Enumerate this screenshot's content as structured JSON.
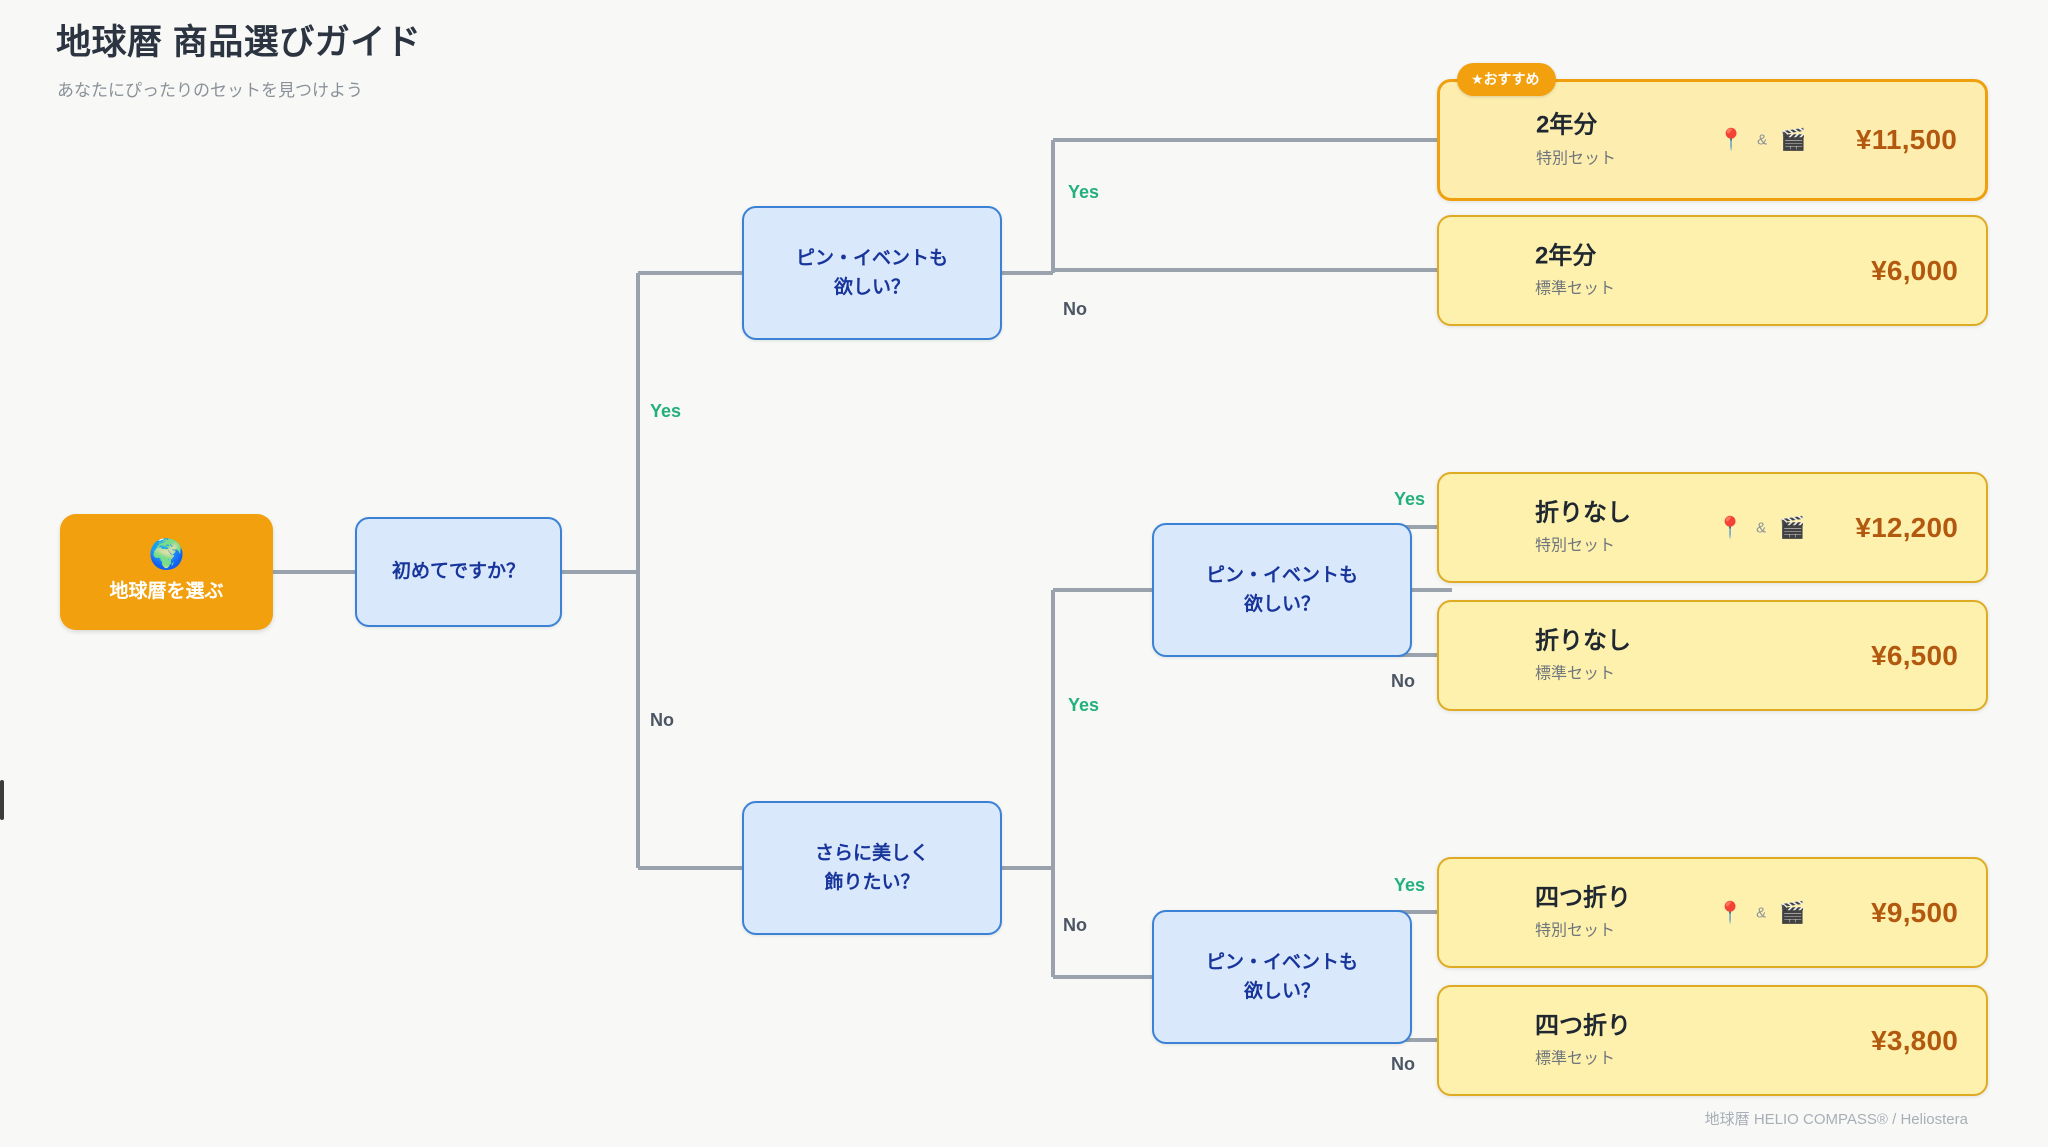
{
  "header": {
    "title": "地球暦 商品選びガイド",
    "subtitle": "あなたにぴったりのセットを見つけよう"
  },
  "root": {
    "icon": "globe-icon",
    "icon_glyph": "🌍",
    "label": "地球暦を選ぶ"
  },
  "decisions": [
    {
      "id": "first-time",
      "text": "初めてですか？"
    },
    {
      "id": "pin-event-a",
      "text": "ピン・イベントも\n欲しい？"
    },
    {
      "id": "decorate",
      "text": "さらに美しく\n飾りたい？"
    },
    {
      "id": "pin-event-b",
      "text": "ピン・イベントも\n欲しい？"
    },
    {
      "id": "pin-event-c",
      "text": "ピン・イベントも\n欲しい？"
    }
  ],
  "edge_labels": {
    "yes": "Yes",
    "no": "No"
  },
  "badge": {
    "text": "★おすすめ"
  },
  "cards": [
    {
      "name": "2年分",
      "sub": "特別セット",
      "price": "¥11,500",
      "icons": [
        "📍",
        "🎬"
      ],
      "amp": "&",
      "recommended": true
    },
    {
      "name": "2年分",
      "sub": "標準セット",
      "price": "¥6,000",
      "icons": [],
      "amp": "",
      "recommended": false
    },
    {
      "name": "折りなし",
      "sub": "特別セット",
      "price": "¥12,200",
      "icons": [
        "📍",
        "🎬"
      ],
      "amp": "&",
      "recommended": false
    },
    {
      "name": "折りなし",
      "sub": "標準セット",
      "price": "¥6,500",
      "icons": [],
      "amp": "",
      "recommended": false
    },
    {
      "name": "四つ折り",
      "sub": "特別セット",
      "price": "¥9,500",
      "icons": [
        "📍",
        "🎬"
      ],
      "amp": "&",
      "recommended": false
    },
    {
      "name": "四つ折り",
      "sub": "標準セット",
      "price": "¥3,800",
      "icons": [],
      "amp": "",
      "recommended": false
    }
  ],
  "footer": {
    "note": "地球暦 HELIO COMPASS® / Heliostera"
  },
  "colors": {
    "background": "#f8f9f7",
    "root_orange": "#f2a00d",
    "decision_fill": "#d9e8fb",
    "decision_border": "#3b82d6",
    "decision_text": "#18359b",
    "card_fill": "#fdf1ad",
    "card_border": "#e0ab24",
    "price_text": "#b2590f",
    "yes_green": "#22b07d",
    "no_gray": "#4b5563",
    "edge_line": "#9aa3ad"
  }
}
